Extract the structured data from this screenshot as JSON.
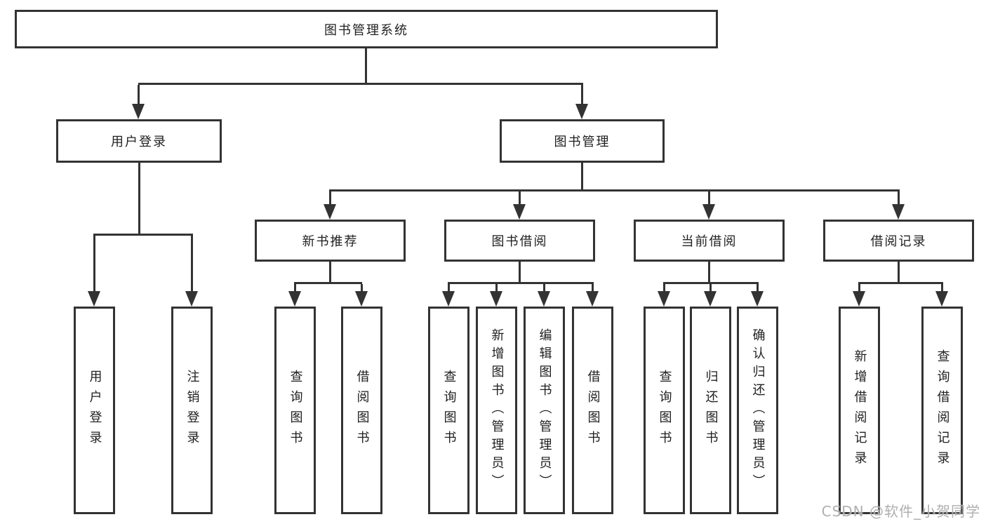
{
  "tree": {
    "root": "图书管理系统",
    "branches": [
      {
        "label": "用户登录",
        "children": [
          {
            "label": "用户登录"
          },
          {
            "label": "注销登录"
          }
        ]
      },
      {
        "label": "图书管理",
        "children": [
          {
            "label": "新书推荐",
            "children": [
              {
                "label": "查询图书"
              },
              {
                "label": "借阅图书"
              }
            ]
          },
          {
            "label": "图书借阅",
            "children": [
              {
                "label": "查询图书"
              },
              {
                "label": "新增图书（管理员）"
              },
              {
                "label": "编辑图书（管理员）"
              },
              {
                "label": "借阅图书"
              }
            ]
          },
          {
            "label": "当前借阅",
            "children": [
              {
                "label": "查询图书"
              },
              {
                "label": "归还图书"
              },
              {
                "label": "确认归还（管理员）"
              }
            ]
          },
          {
            "label": "借阅记录",
            "children": [
              {
                "label": "新增借阅记录"
              },
              {
                "label": "查询借阅记录"
              }
            ]
          }
        ]
      }
    ]
  },
  "watermark": {
    "text": "CSDN @软件_小贺同学"
  },
  "colors": {
    "line": "#333333",
    "text": "#1f1f1f",
    "background": "#ffffff",
    "watermark": "#a8a8a8"
  }
}
